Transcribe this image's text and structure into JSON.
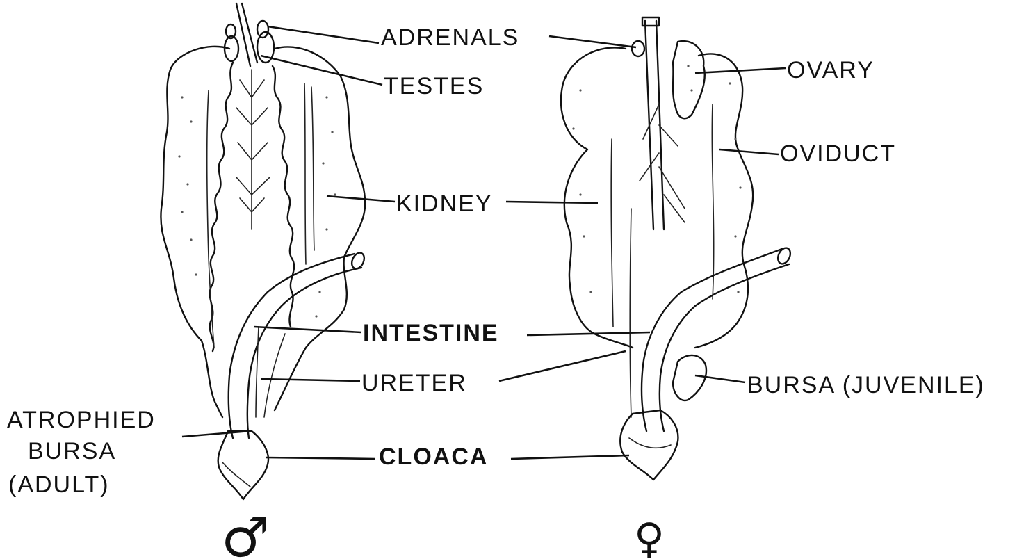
{
  "labels": {
    "adrenals": "ADRENALS",
    "testes": "TESTES",
    "ovary": "OVARY",
    "oviduct": "OVIDUCT",
    "kidney": "KIDNEY",
    "intestine": "INTESTINE",
    "ureter": "URETER",
    "bursa_juvenile": "BURSA (JUVENILE)",
    "atrophied_bursa_line1": "ATROPHIED",
    "atrophied_bursa_line2": "BURSA",
    "atrophied_bursa_line3": "(ADULT)",
    "cloaca": "CLOACA"
  },
  "symbols": {
    "male": "♂",
    "female": "♀"
  },
  "colors": {
    "ink": "#111111",
    "background": "#ffffff"
  }
}
